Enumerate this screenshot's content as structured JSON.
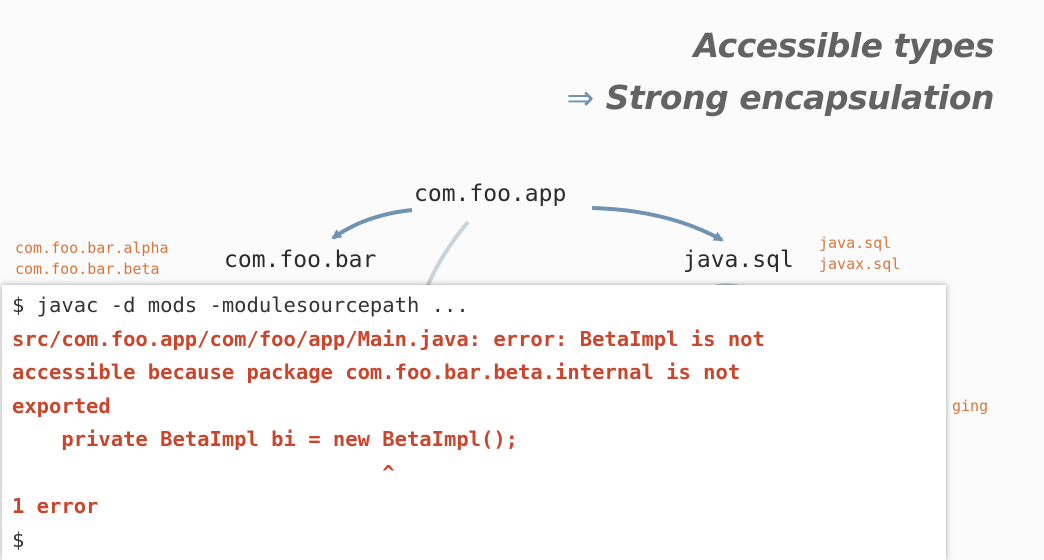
{
  "slide": {
    "title_line1": "Accessible types",
    "title_arrow": "⇒",
    "title_line2": "Strong encapsulation"
  },
  "graph": {
    "modules": {
      "app": "com.foo.app",
      "bar": "com.foo.bar",
      "sql": "java.sql"
    },
    "bar_packages": [
      "com.foo.bar.alpha",
      "com.foo.bar.beta"
    ],
    "sql_packages": [
      "java.sql",
      "javax.sql"
    ],
    "partial_label": "ging",
    "arrow_color": "#6f93b0"
  },
  "terminal": {
    "lines": [
      {
        "text": "$ javac -d mods -modulesourcepath ...",
        "kind": "cmd"
      },
      {
        "text": "src/com.foo.app/com/foo/app/Main.java: error: BetaImpl is not",
        "kind": "err"
      },
      {
        "text": "accessible because package com.foo.bar.beta.internal is not",
        "kind": "err"
      },
      {
        "text": "exported",
        "kind": "err"
      },
      {
        "text": "    private BetaImpl bi = new BetaImpl();",
        "kind": "err"
      },
      {
        "text": "                              ^",
        "kind": "err"
      },
      {
        "text": "1 error",
        "kind": "err"
      },
      {
        "text": "$",
        "kind": "cmd"
      }
    ],
    "error_color": "#c9452c"
  }
}
